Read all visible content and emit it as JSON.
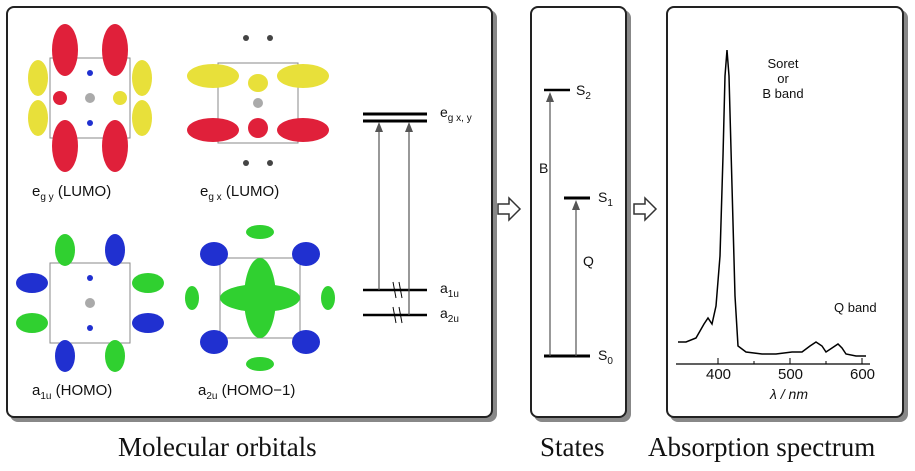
{
  "orbitals": [
    {
      "name": "e_gy",
      "label_main": "e",
      "label_sub": "g y",
      "label_suffix": " (LUMO)",
      "colors": [
        "#e0203a",
        "#e8e03a"
      ]
    },
    {
      "name": "e_gx",
      "label_main": "e",
      "label_sub": "g x",
      "label_suffix": " (LUMO)",
      "colors": [
        "#e0203a",
        "#e8e03a"
      ]
    },
    {
      "name": "a_1u",
      "label_main": "a",
      "label_sub": "1u",
      "label_suffix": " (HOMO)",
      "colors": [
        "#2030d0",
        "#30d030"
      ]
    },
    {
      "name": "a_2u",
      "label_main": "a",
      "label_sub": "2u",
      "label_suffix": " (HOMO−1)",
      "colors": [
        "#2030d0",
        "#30d030"
      ]
    }
  ],
  "levels": {
    "top": {
      "main": "e",
      "sub": "g x, y"
    },
    "mid": {
      "main": "a",
      "sub": "1u"
    },
    "bot": {
      "main": "a",
      "sub": "2u"
    }
  },
  "states": {
    "s2": {
      "main": "S",
      "sub": "2"
    },
    "s1": {
      "main": "S",
      "sub": "1"
    },
    "s0": {
      "main": "S",
      "sub": "0"
    },
    "b_label": "B",
    "q_label": "Q"
  },
  "spectrum": {
    "soret_label_1": "Soret",
    "soret_label_2": "or",
    "soret_label_3": "B band",
    "q_label": "Q band",
    "xlabel": "λ / nm",
    "ticks": [
      "400",
      "500",
      "600"
    ]
  },
  "captions": {
    "left": "Molecular orbitals",
    "mid": "States",
    "right": "Absorption spectrum"
  },
  "colors": {
    "red": "#e0203a",
    "yellow": "#e8e03a",
    "blue": "#2030d0",
    "green": "#30d030"
  }
}
